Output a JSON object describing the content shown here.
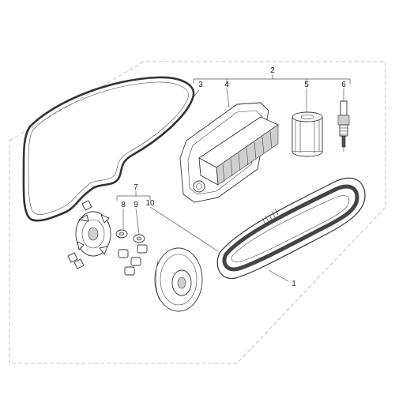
{
  "callouts": {
    "c1": "1",
    "c2": "2",
    "c3": "3",
    "c4": "4",
    "c5": "5",
    "c6": "6",
    "c7": "7",
    "c8": "8",
    "c9": "9",
    "c10": "10"
  },
  "colors": {
    "line": "#333333",
    "frame": "#b5b5b5",
    "shade": "#cfcfcf",
    "background": "#ffffff"
  }
}
